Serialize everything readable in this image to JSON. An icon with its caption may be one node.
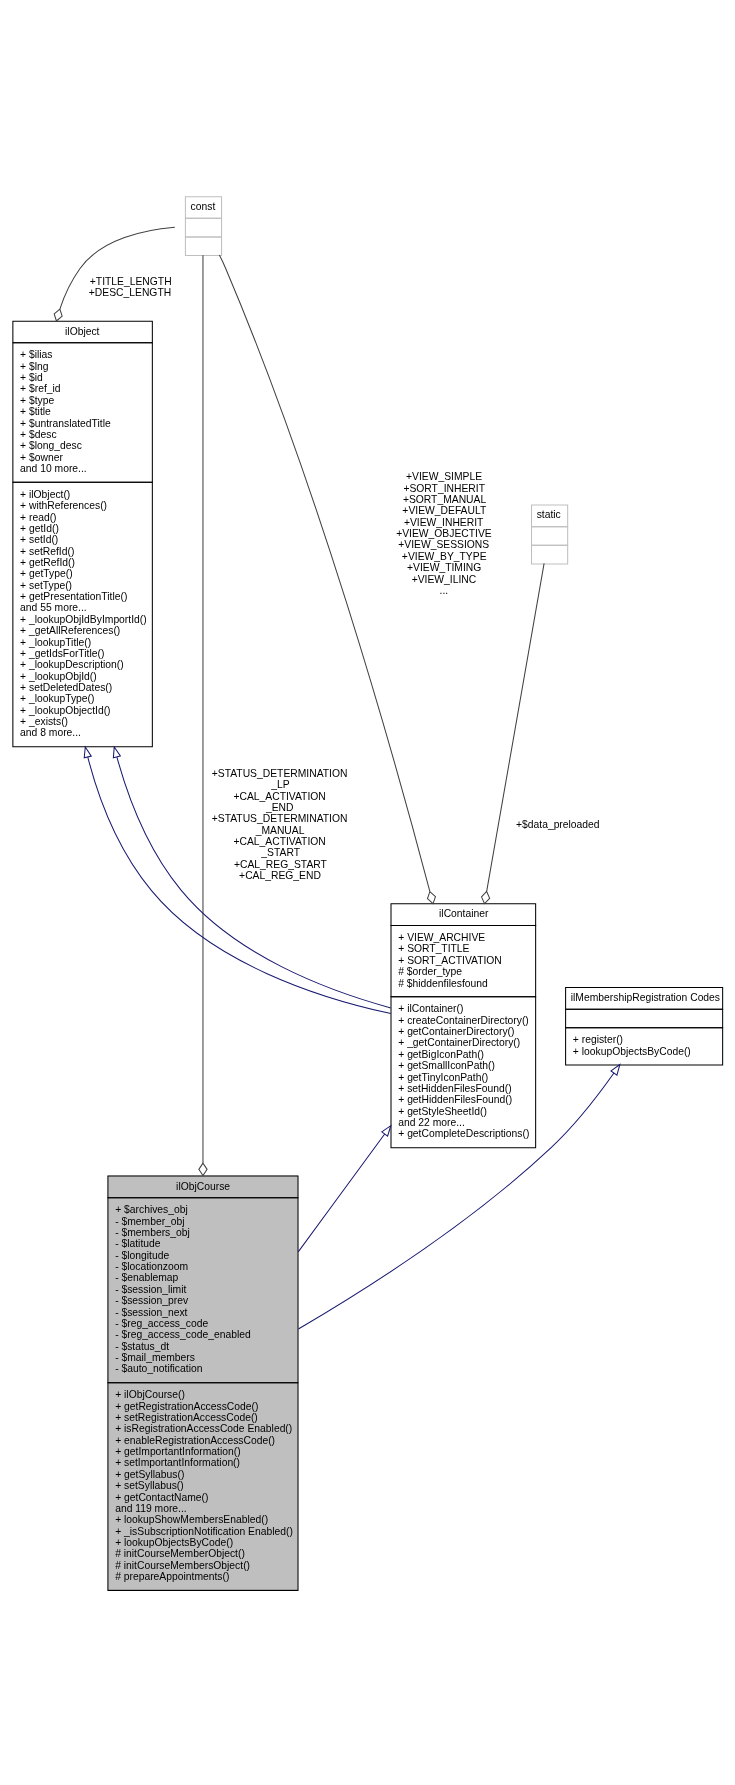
{
  "diagram": {
    "nodes": [
      {
        "text": [
          "const"
        ]
      },
      {
        "text": [
          "ilObject",
          "+ $ilias",
          "+ $lng",
          "+ $id",
          "+ $ref_id",
          "+ $type",
          "+ $title",
          "+ $untranslatedTitle",
          "+ $desc",
          "+ $long_desc",
          "+ $owner",
          "and 10 more...",
          "+ ilObject()",
          "+ withReferences()",
          "+ read()",
          "+ getId()",
          "+ setId()",
          "+ setRefId()",
          "+ getRefId()",
          "+ getType()",
          "+ setType()",
          "+ getPresentationTitle()",
          "and 55 more...",
          "+ _lookupObjIdByImportId()",
          "+ _getAllReferences()",
          "+ _lookupTitle()",
          "+ _getIdsForTitle()",
          "+ _lookupDescription()",
          "+ _lookupObjId()",
          "+ setDeletedDates()",
          "+ _lookupType()",
          "+ _lookupObjectId()",
          "+ _exists()",
          "and 8 more..."
        ]
      },
      {
        "text": [
          "static"
        ]
      },
      {
        "text": [
          "ilContainer",
          "+ VIEW_ARCHIVE",
          "+ SORT_TITLE",
          "+ SORT_ACTIVATION",
          "# $order_type",
          "# $hiddenfilesfound",
          "+ ilContainer()",
          "+ createContainerDirectory()",
          "+ getContainerDirectory()",
          "+ _getContainerDirectory()",
          "+ getBigIconPath()",
          "+ getSmallIconPath()",
          "+ getTinyIconPath()",
          "+ setHiddenFilesFound()",
          "+ getHiddenFilesFound()",
          "+ getStyleSheetId()",
          "and 22 more...",
          "+ getCompleteDescriptions()"
        ]
      },
      {
        "text": [
          "ilMembershipRegistration Codes",
          "+ register()",
          "+ lookupObjectsByCode()"
        ]
      },
      {
        "text": [
          "ilObjCourse",
          "+ $archives_obj",
          "- $member_obj",
          "- $members_obj",
          "- $latitude",
          "- $longitude",
          "- $locationzoom",
          "- $enablemap",
          "- $session_limit",
          "- $session_prev",
          "- $session_next",
          "- $reg_access_code",
          "- $reg_access_code_enabled",
          "- $status_dt",
          "- $mail_members",
          "- $auto_notification",
          "+ ilObjCourse()",
          "+ getRegistrationAccessCode()",
          "+ setRegistrationAccessCode()",
          "+ isRegistrationAccessCode Enabled()",
          "+ enableRegistrationAccessCode()",
          "+ getImportantInformation()",
          "+ setImportantInformation()",
          "+ getSyllabus()",
          "+ setSyllabus()",
          "+ getContactName()",
          "and 119 more...",
          "+ lookupShowMembersEnabled()",
          "+ _isSubscriptionNotification Enabled()",
          "+ lookupObjectsByCode()",
          "# initCourseMemberObject()",
          "# initCourseMembersObject()",
          "# prepareAppointments()"
        ]
      }
    ],
    "edges": [
      {
        "from": 0,
        "to": 1,
        "arrow": "other",
        "label": "+TITLE_LENGTH +DESC_LENGTH"
      },
      {
        "from": 0,
        "to": 3,
        "arrow": "other",
        "label": "+VIEW_SIMPLE +SORT_INHERIT +SORT_MANUAL +VIEW_DEFAULT +VIEW_INHERIT +VIEW_OBJECTIVE +VIEW_SESSIONS +VIEW_BY_TYPE +VIEW_TIMING +VIEW_ILINC ..."
      },
      {
        "from": 0,
        "to": 5,
        "arrow": "other",
        "label": "+STATUS_DETERMINATION _LP +CAL_ACTIVATION _END +STATUS_DETERMINATION _MANUAL +CAL_ACTIVATION _START +CAL_REG_START +CAL_REG_END"
      },
      {
        "from": 2,
        "to": 3,
        "arrow": "other",
        "label": "+$data_preloaded"
      },
      {
        "from": 3,
        "to": 1,
        "arrow": "to",
        "color": "#191970"
      },
      {
        "from": 3,
        "to": 1,
        "arrow": "to",
        "color": "#191970"
      },
      {
        "from": 5,
        "to": 3,
        "arrow": "to",
        "color": "#191970"
      },
      {
        "from": 5,
        "to": 4,
        "arrow": "to",
        "color": "#191970"
      }
    ]
  }
}
